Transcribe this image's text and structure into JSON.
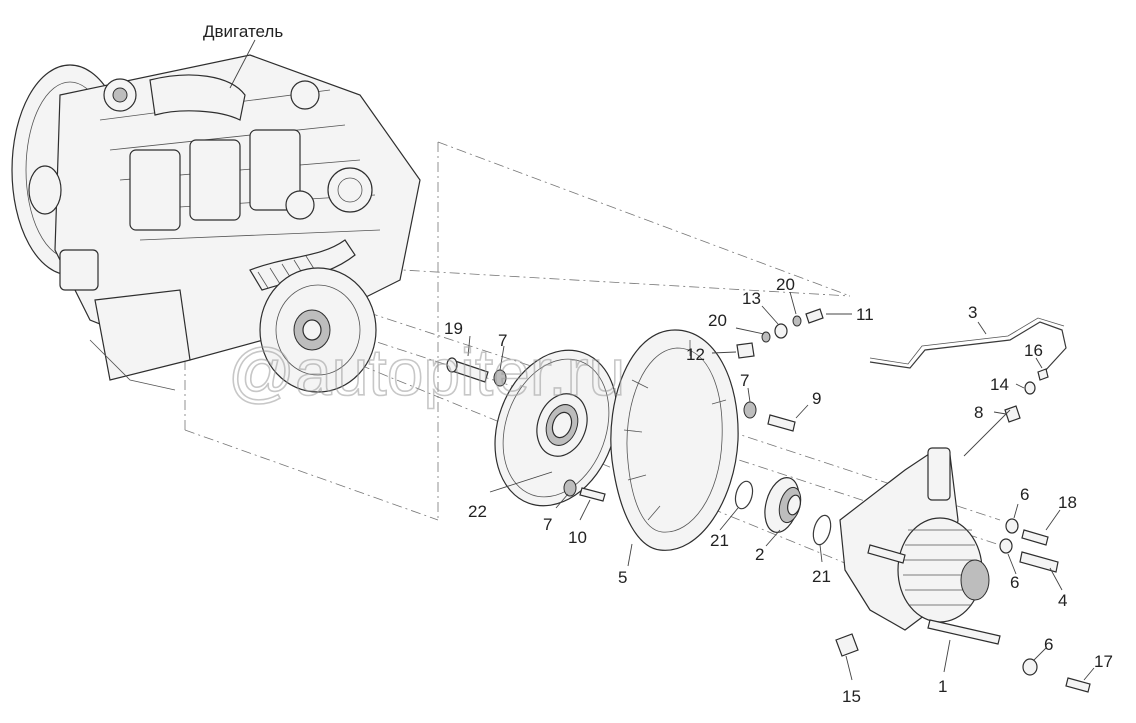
{
  "engine_label": "Двигатель",
  "watermark": "@autopiter.ru",
  "callouts": [
    {
      "id": "c1",
      "text": "1"
    },
    {
      "id": "c2",
      "text": "2"
    },
    {
      "id": "c3",
      "text": "3"
    },
    {
      "id": "c4",
      "text": "4"
    },
    {
      "id": "c5",
      "text": "5"
    },
    {
      "id": "c6a",
      "text": "6"
    },
    {
      "id": "c6b",
      "text": "6"
    },
    {
      "id": "c6c",
      "text": "6"
    },
    {
      "id": "c7a",
      "text": "7"
    },
    {
      "id": "c7b",
      "text": "7"
    },
    {
      "id": "c7c",
      "text": "7"
    },
    {
      "id": "c8",
      "text": "8"
    },
    {
      "id": "c9",
      "text": "9"
    },
    {
      "id": "c10",
      "text": "10"
    },
    {
      "id": "c11",
      "text": "11"
    },
    {
      "id": "c12",
      "text": "12"
    },
    {
      "id": "c13",
      "text": "13"
    },
    {
      "id": "c14",
      "text": "14"
    },
    {
      "id": "c15",
      "text": "15"
    },
    {
      "id": "c16",
      "text": "16"
    },
    {
      "id": "c17",
      "text": "17"
    },
    {
      "id": "c18",
      "text": "18"
    },
    {
      "id": "c19",
      "text": "19"
    },
    {
      "id": "c20a",
      "text": "20"
    },
    {
      "id": "c20b",
      "text": "20"
    },
    {
      "id": "c21a",
      "text": "21"
    },
    {
      "id": "c21b",
      "text": "21"
    },
    {
      "id": "c22",
      "text": "22"
    }
  ]
}
